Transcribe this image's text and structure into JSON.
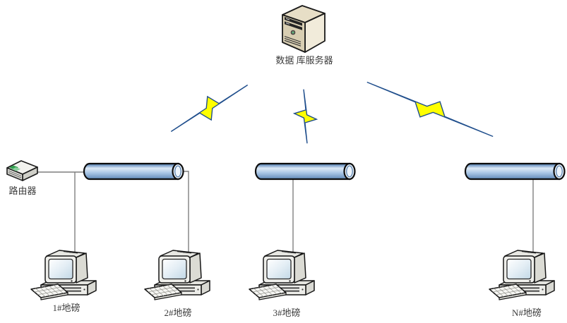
{
  "diagram": {
    "type": "network-topology",
    "description": "Database server wirelessly linked to three bus segments serving weighbridge PCs; a router feeds the first segment",
    "nodes": [
      {
        "id": "server",
        "icon": "server-icon",
        "label": "数据 库服务器"
      },
      {
        "id": "router",
        "icon": "router-icon",
        "label": "路由器"
      },
      {
        "id": "bus1",
        "icon": "cylinder-bus-icon",
        "label": ""
      },
      {
        "id": "bus2",
        "icon": "cylinder-bus-icon",
        "label": ""
      },
      {
        "id": "bus3",
        "icon": "cylinder-bus-icon",
        "label": ""
      },
      {
        "id": "pc1",
        "icon": "computer-icon",
        "label": "1#地磅"
      },
      {
        "id": "pc2",
        "icon": "computer-icon",
        "label": "2#地磅"
      },
      {
        "id": "pc3",
        "icon": "computer-icon",
        "label": "3#地磅"
      },
      {
        "id": "pcN",
        "icon": "computer-icon",
        "label": "N#地磅"
      }
    ],
    "links": [
      {
        "from": "server",
        "to": "bus1",
        "style": "lightning-bolt"
      },
      {
        "from": "server",
        "to": "bus2",
        "style": "lightning-bolt"
      },
      {
        "from": "server",
        "to": "bus3",
        "style": "lightning-bolt"
      },
      {
        "from": "router",
        "to": "bus1",
        "style": "line"
      },
      {
        "from": "bus1",
        "to": "pc1",
        "style": "line"
      },
      {
        "from": "bus1",
        "to": "pc2",
        "style": "line"
      },
      {
        "from": "bus2",
        "to": "pc3",
        "style": "line"
      },
      {
        "from": "bus3",
        "to": "pcN",
        "style": "line"
      }
    ],
    "colors": {
      "bolt_fill": "#FFFF00",
      "bolt_stroke": "#1F4E8C",
      "cylinder_blue": "#6089B8",
      "cylinder_highlight": "#DEEAF6",
      "line_gray": "#7F7F7F",
      "server_beige": "#D8CEB2",
      "led_green": "#57B87A",
      "label_text": "#3C3C3C"
    }
  },
  "labels": {
    "server": "数据 库服务器",
    "router": "路由器",
    "pc1": "1#地磅",
    "pc2": "2#地磅",
    "pc3": "3#地磅",
    "pcN": "N#地磅"
  }
}
